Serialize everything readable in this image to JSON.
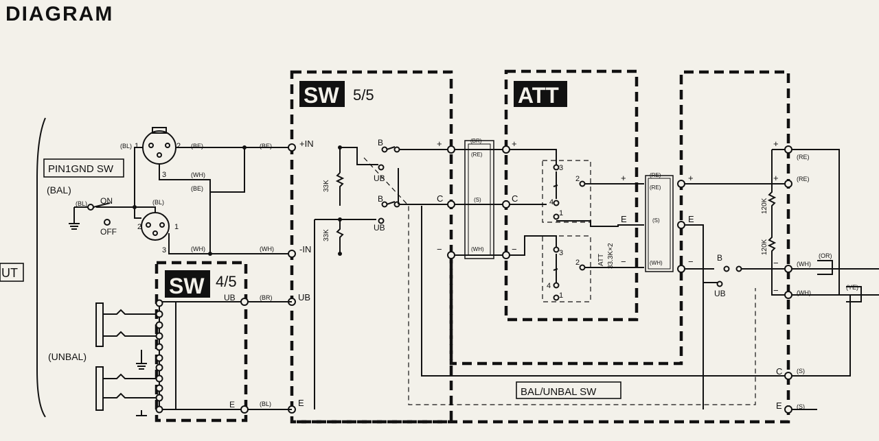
{
  "header": {
    "title": "DIAGRAM",
    "side_label": "UT"
  },
  "blocks": {
    "sw55": {
      "label": "SW",
      "fraction": "5/5"
    },
    "att": {
      "label": "ATT"
    },
    "sw45": {
      "label": "SW",
      "fraction": "4/5"
    },
    "balunbal": {
      "label": "BAL/UNBAL SW"
    },
    "pin1gnd": {
      "label": "PIN1GND SW"
    }
  },
  "labels": {
    "bal": "(BAL)",
    "unbal": "(UNBAL)",
    "on": "ON",
    "off": "OFF",
    "bl": "(BL)",
    "be": "(BE)",
    "wh": "(WH)",
    "br": "(BR)",
    "re": "(RE)",
    "s": "(S)",
    "or": "(OR)",
    "ye": "(YE)",
    "plus": "+",
    "minus": "−",
    "plus_in": "+IN",
    "minus_in": "-IN",
    "ub": "UB",
    "b": "B",
    "c": "C",
    "e": "E",
    "r33k": "33K",
    "r120k": "120K",
    "att_val": "33.3K×2",
    "att_name": "ATT",
    "p1": "1",
    "p2": "2",
    "p3": "3",
    "p4": "4",
    "s_noparen": "(S)"
  }
}
